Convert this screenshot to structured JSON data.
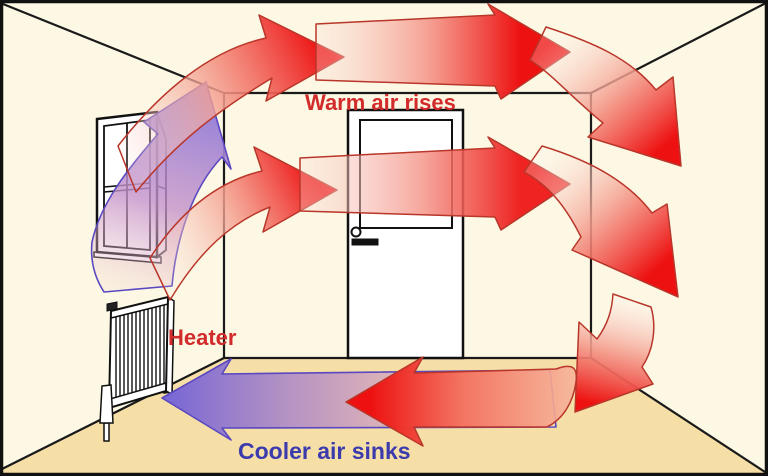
{
  "labels": {
    "warm_air": "Warm air rises",
    "heater": "Heater",
    "cooler_air": "Cooler air sinks"
  },
  "colors": {
    "warm_label": "#d22b2b",
    "heater_label": "#d22b2b",
    "cooler_label": "#3b3bae",
    "arrow_warm": "#ed1111",
    "arrow_warm_outline": "#b9362a",
    "arrow_cool": "#8f7bd9",
    "arrow_cool_outline": "#5a48c0",
    "wall": "#fcf8e4",
    "floor": "#f5dfa6",
    "outline": "#1a1a1a"
  }
}
